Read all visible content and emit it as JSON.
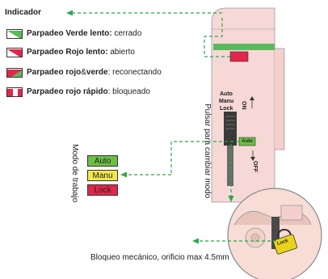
{
  "header": {
    "title": "Indicador"
  },
  "legend": [
    {
      "bold": "Parpadeo Verde lento:",
      "rest": " cerrado"
    },
    {
      "bold": "Parpadeo Rojo lento:",
      "rest": " abierto"
    },
    {
      "bold": "Parpadeo rojo",
      "amp": "&",
      "bold2": "verde",
      "rest": ": reconectando"
    },
    {
      "bold": "Parpadeo rojo rápido",
      "rest": ": bloqueado"
    }
  ],
  "modes": {
    "title": "Modo de trabajo",
    "items": [
      {
        "label": "Auto",
        "color": "#6cbf44"
      },
      {
        "label": "Manu",
        "color": "#f2e84a"
      },
      {
        "label": "Lock",
        "color": "#e0264a"
      }
    ]
  },
  "device": {
    "switch_labels": {
      "auto": "Auto",
      "manu": "Manu",
      "lock": "Lock",
      "on": "ON",
      "off": "OFF",
      "button": "Auto"
    },
    "lock_tag": "Lock"
  },
  "press_hint": "Pulsar para cambiar modo",
  "caption": "Bloqueo mecánico, orificio max 4.5mm",
  "colors": {
    "green": "#5cb85c",
    "red": "#e0264a",
    "dashed": "#2aa84a",
    "device": "#f6d8d6"
  }
}
